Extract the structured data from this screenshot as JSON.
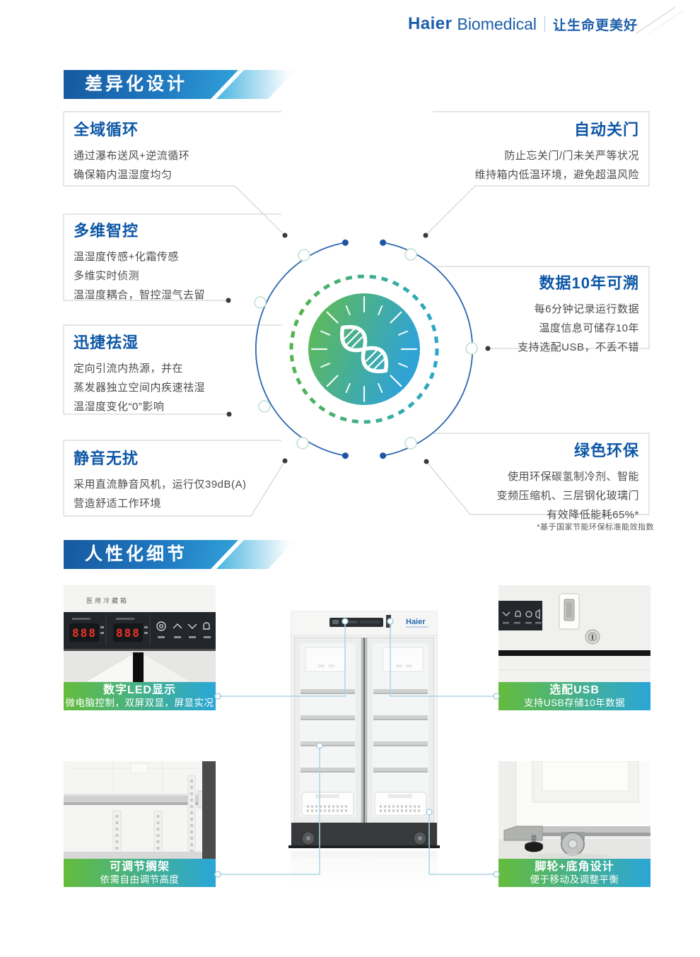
{
  "brand": {
    "name_bold": "Haier",
    "name_regular": "Biomedical",
    "separator": "|",
    "slogan": "让生命更美好"
  },
  "diff": {
    "header": "差异化设计",
    "left": [
      {
        "title": "全域循环",
        "lines": [
          "通过瀑布送风+逆流循环",
          "确保箱内温湿度均匀"
        ]
      },
      {
        "title": "多维智控",
        "lines": [
          "温湿度传感+化霜传感",
          "多维实时侦测",
          "温湿度耦合，智控湿气去留"
        ]
      },
      {
        "title": "迅捷祛湿",
        "lines": [
          "定向引流内热源，并在",
          "蒸发器独立空间内疾速祛湿",
          "温湿度变化“0”影响"
        ]
      },
      {
        "title": "静音无扰",
        "lines": [
          "采用直流静音风机，运行仅39dB(A)",
          "营造舒适工作环境"
        ]
      }
    ],
    "right": [
      {
        "title": "自动关门",
        "lines": [
          "防止忘关门/门未关严等状况",
          "维持箱内低温环境，避免超温风险"
        ]
      },
      {
        "title": "数据10年可溯",
        "lines": [
          "每6分钟记录运行数据",
          "温度信息可储存10年",
          "支持选配USB，不丢不错"
        ]
      },
      {
        "title": "绿色环保",
        "lines": [
          "使用环保碳氢制冷剂、智能",
          "变频压缩机、三层钢化玻璃门",
          "有效降低能耗65%*"
        ]
      }
    ],
    "footnote": "*基于国家节能环保标准能效指数"
  },
  "details": {
    "header": "人性化细节",
    "items": [
      {
        "title": "数字LED显示",
        "sub": "微电脑控制，双屏双显，屏显实况"
      },
      {
        "title": "选配USB",
        "sub": "支持USB存储10年数据"
      },
      {
        "title": "可调节搁架",
        "sub": "依需自由调节高度"
      },
      {
        "title": "脚轮+底角设计",
        "sub": "便于移动及调整平衡"
      }
    ],
    "led_panel_label": "医用冷藏箱",
    "led_display_1": "888",
    "led_display_2": "888",
    "fridge_logo": "Haier"
  },
  "colors": {
    "brand_blue": "#1b5da9",
    "title_blue": "#0d57a6",
    "banner_start": "#16599f",
    "banner_end": "#31a3da",
    "caption_green": "#64bc3c",
    "caption_blue": "#2aa6d8",
    "body_text": "#4d4d4d",
    "circle_green": "#63bc4b",
    "circle_teal": "#2fa3d6",
    "led_red": "#f03424"
  }
}
